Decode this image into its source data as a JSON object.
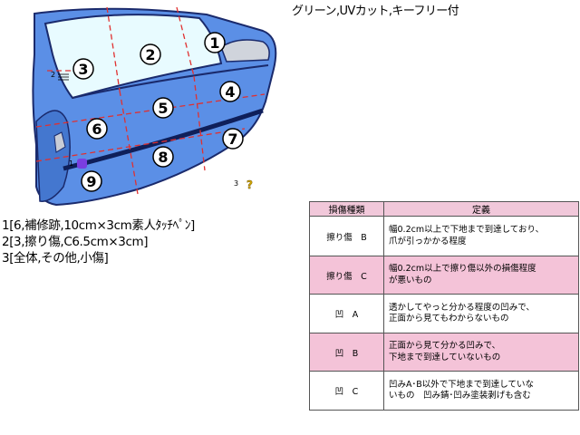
{
  "caption": "グリーン,UVカット,キーフリー付",
  "colors": {
    "door_fill": "#5b8fe6",
    "door_outline": "#1a2a6c",
    "window_fill": "#e8fbff",
    "zone_line": "#e03030",
    "marker_fill": "#7a3ee0",
    "table_header": "#f1c8da",
    "table_pink_row": "#f4c3d8"
  },
  "diagram": {
    "zones": [
      "1",
      "2",
      "3",
      "4",
      "5",
      "6",
      "7",
      "8",
      "9"
    ],
    "small_labels": [
      "2",
      "1",
      "3"
    ],
    "extra_icon": "question-mark-icon"
  },
  "notes": [
    "1[6,補修跡,10cm×3cm素人ﾀｯﾁﾍﾟﾝ]",
    "2[3,擦り傷,C6.5cm×3cm]",
    "3[全体,その他,小傷]"
  ],
  "table": {
    "headers": [
      "損傷種類",
      "定義"
    ],
    "rows": [
      {
        "type": "擦り傷　B",
        "lines": [
          "幅0.2cm以上で下地まで到達しており、",
          "爪が引っかかる程度"
        ]
      },
      {
        "type": "擦り傷　C",
        "lines": [
          "幅0.2cm以上で擦り傷以外の損傷程度",
          "が悪いもの"
        ]
      },
      {
        "type": "凹　A",
        "lines": [
          "透かしてやっと分かる程度の凹みで、",
          "正面から見てもわからないもの"
        ]
      },
      {
        "type": "凹　B",
        "lines": [
          "正面から見て分かる凹みで、",
          "下地まで到達していないもの"
        ]
      },
      {
        "type": "凹　C",
        "lines": [
          "凹みA･B以外で下地まで到達していな",
          "いもの　凹み錆･凹み塗装剥げも含む"
        ]
      }
    ]
  }
}
